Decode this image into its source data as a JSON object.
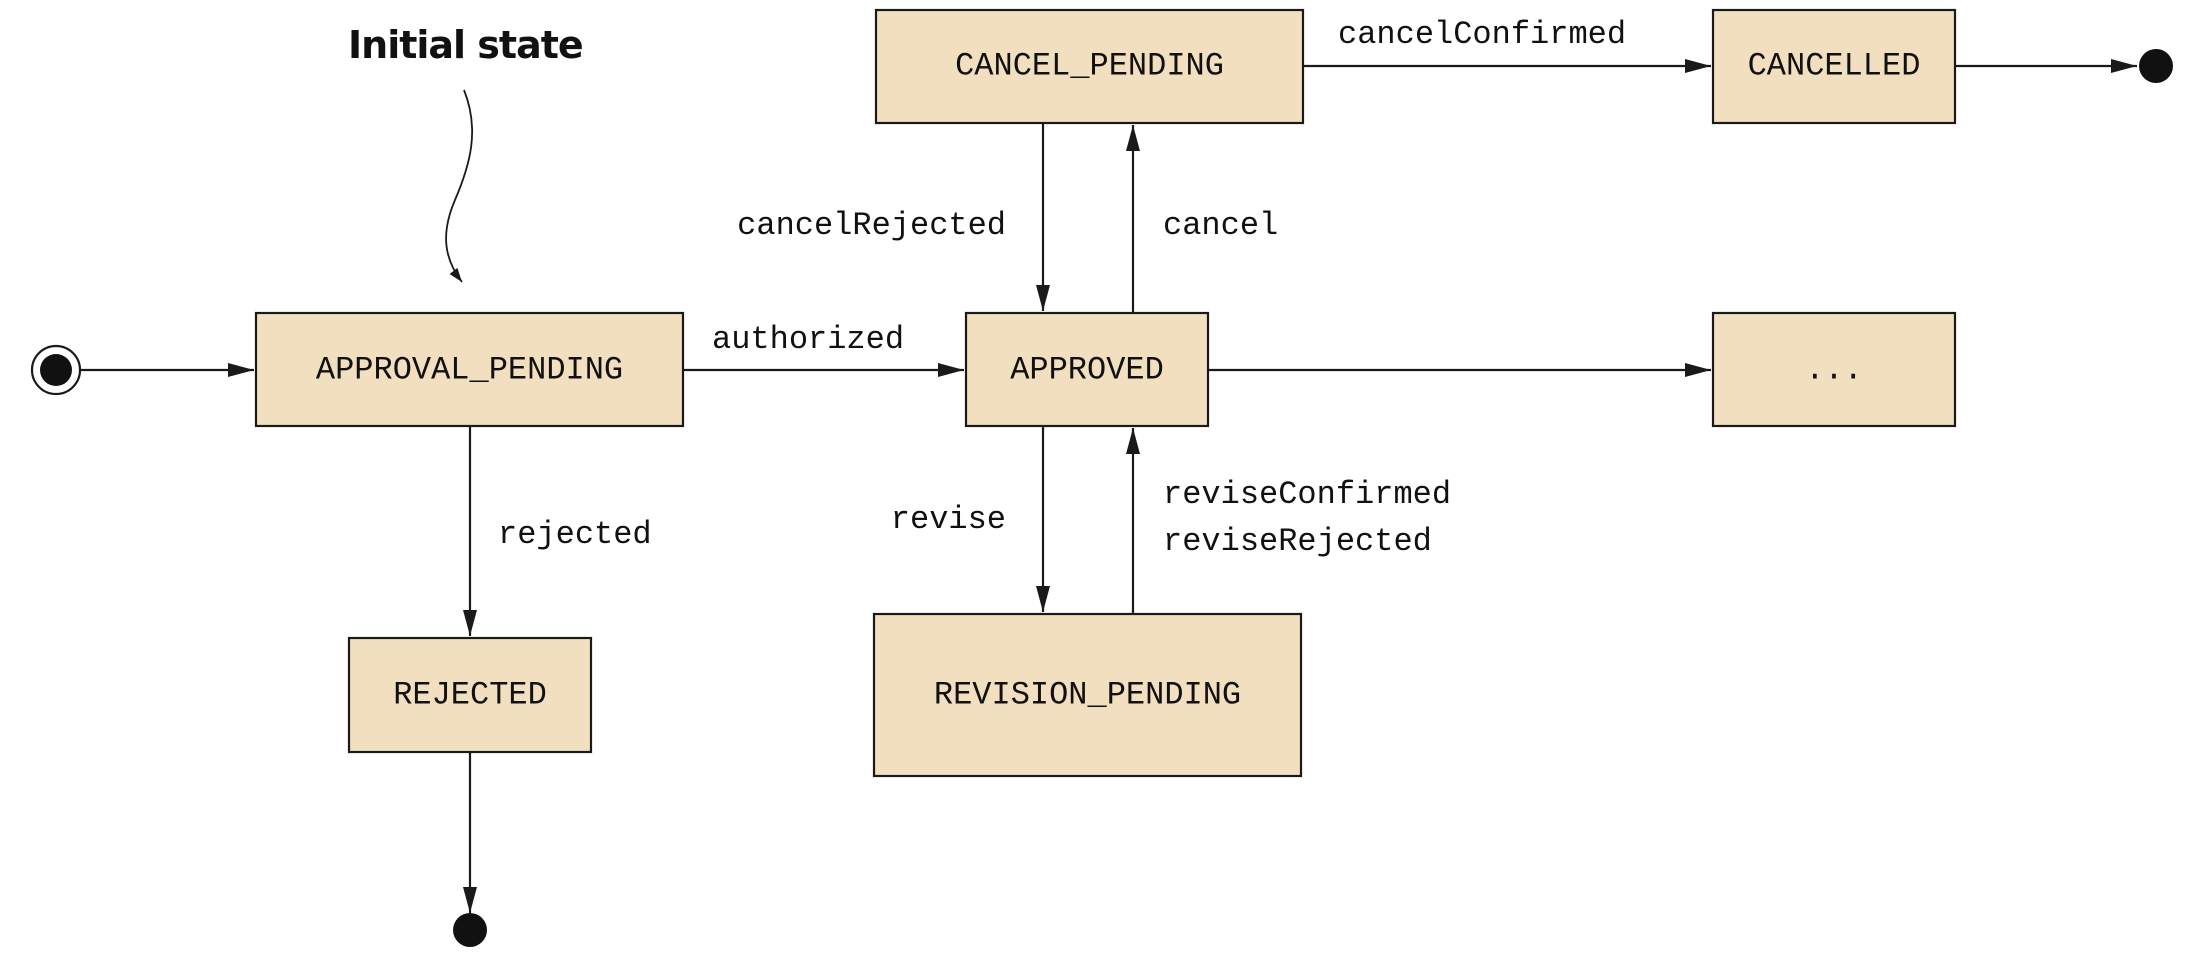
{
  "annotation": {
    "initial_state_note": "Initial state"
  },
  "states": {
    "approval_pending": "APPROVAL_PENDING",
    "approved": "APPROVED",
    "rejected": "REJECTED",
    "cancel_pending": "CANCEL_PENDING",
    "cancelled": "CANCELLED",
    "revision_pending": "REVISION_PENDING",
    "more": "..."
  },
  "transitions": {
    "authorized": "authorized",
    "rejected": "rejected",
    "cancel": "cancel",
    "cancel_rejected": "cancelRejected",
    "cancel_confirmed": "cancelConfirmed",
    "revise": "revise",
    "revise_confirmed": "reviseConfirmed",
    "revise_rejected": "reviseRejected"
  },
  "colors": {
    "state_fill": "#f2dfc0",
    "stroke": "#1a1a1a"
  }
}
